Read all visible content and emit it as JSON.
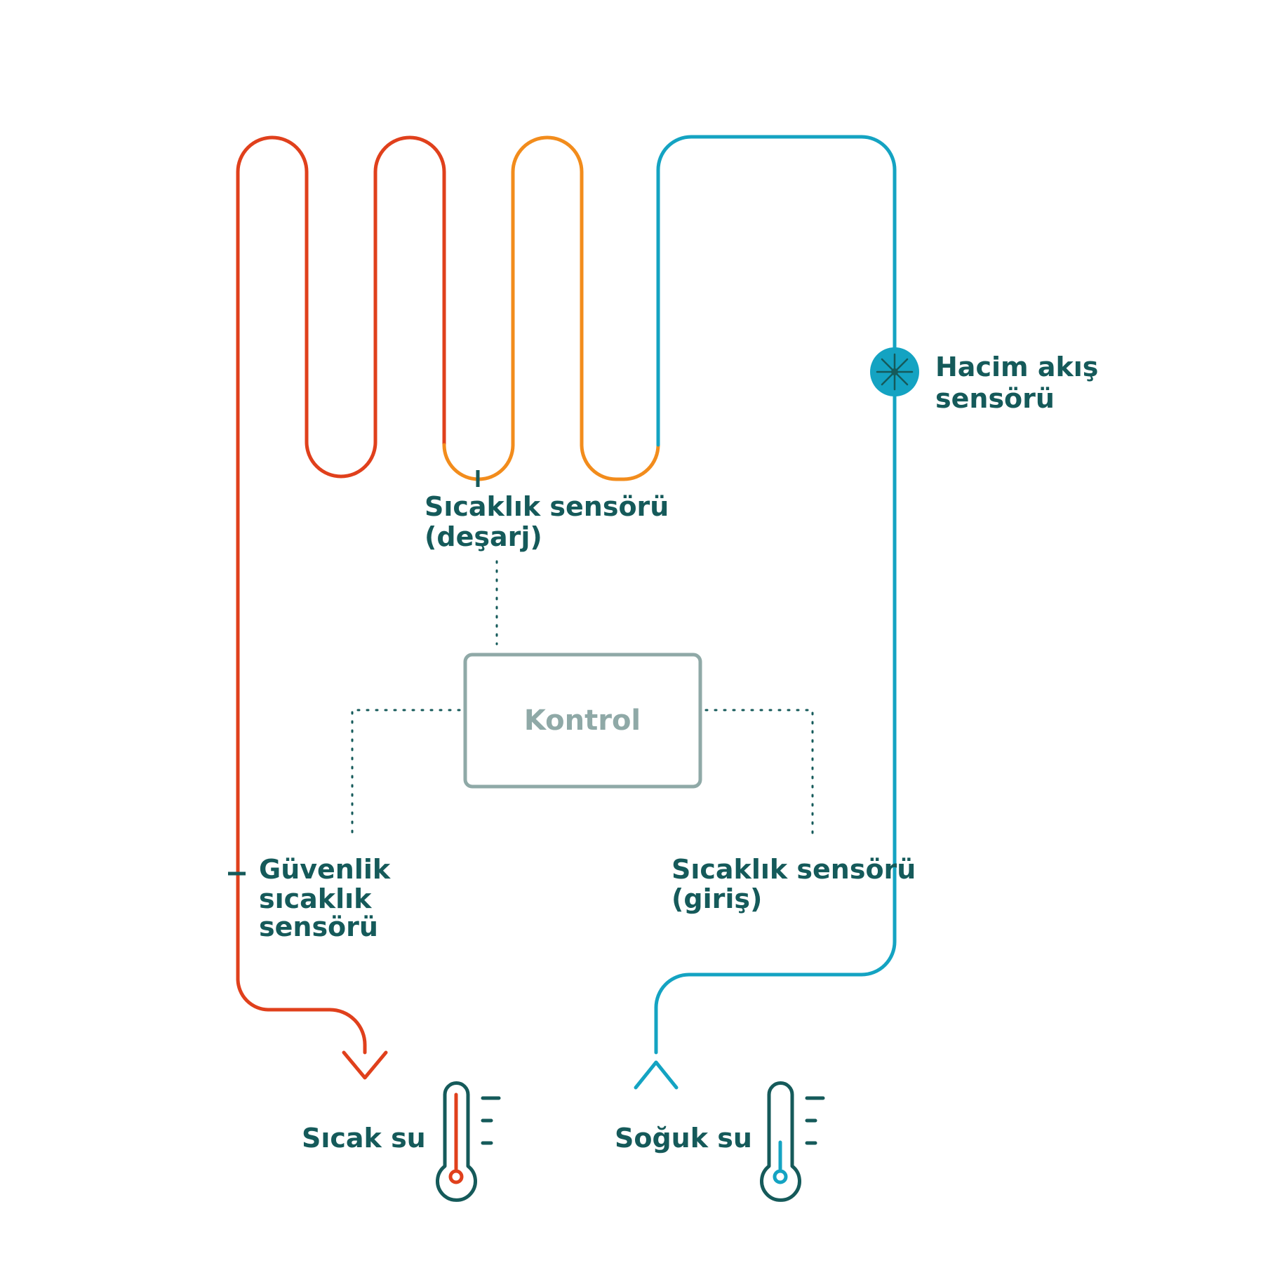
{
  "labels": {
    "flow_sensor_line1": "Hacim akış",
    "flow_sensor_line2": "sensörü",
    "outlet_sensor_line1": "Sıcaklık sensörü",
    "outlet_sensor_line2": "(deşarj)",
    "control": "Kontrol",
    "safety_sensor_line1": "Güvenlik",
    "safety_sensor_line2": "sıcaklık",
    "safety_sensor_line3": "sensörü",
    "inlet_sensor_line1": "Sıcaklık sensörü",
    "inlet_sensor_line2": "(giriş)",
    "hot_water": "Sıcak su",
    "cold_water": "Soğuk su"
  },
  "icons": {
    "flow_sensor": "flow-sensor-icon",
    "hot_thermometer": "thermometer-hot-icon",
    "cold_thermometer": "thermometer-cold-icon",
    "hot_arrow": "arrow-down-icon",
    "cold_arrow": "arrow-up-icon"
  },
  "colors": {
    "hot": "#e0401c",
    "warm": "#f28c1c",
    "cold": "#14a3c2",
    "text": "#155a5a",
    "control": "#8fa9a7"
  }
}
